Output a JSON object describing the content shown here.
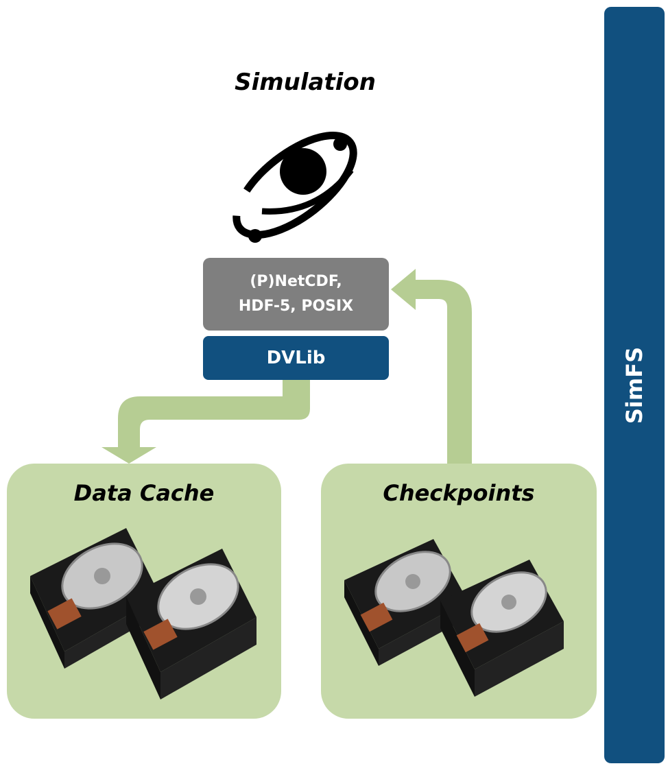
{
  "title": "Simulation",
  "io_box": {
    "line1": "(P)NetCDF,",
    "line2": "HDF-5, POSIX"
  },
  "dvlib": {
    "label": "DVLib"
  },
  "side_panel": {
    "label": "SimFS"
  },
  "stores": [
    {
      "label": "Data Cache"
    },
    {
      "label": "Checkpoints"
    }
  ],
  "colors": {
    "accent_blue": "#11507f",
    "io_gray": "#7f7f7f",
    "store_green": "#c6d9a9",
    "arrow_green": "#b6cd93"
  },
  "icons": [
    "orbit-logo-icon",
    "hard-drive-stack-icon"
  ]
}
